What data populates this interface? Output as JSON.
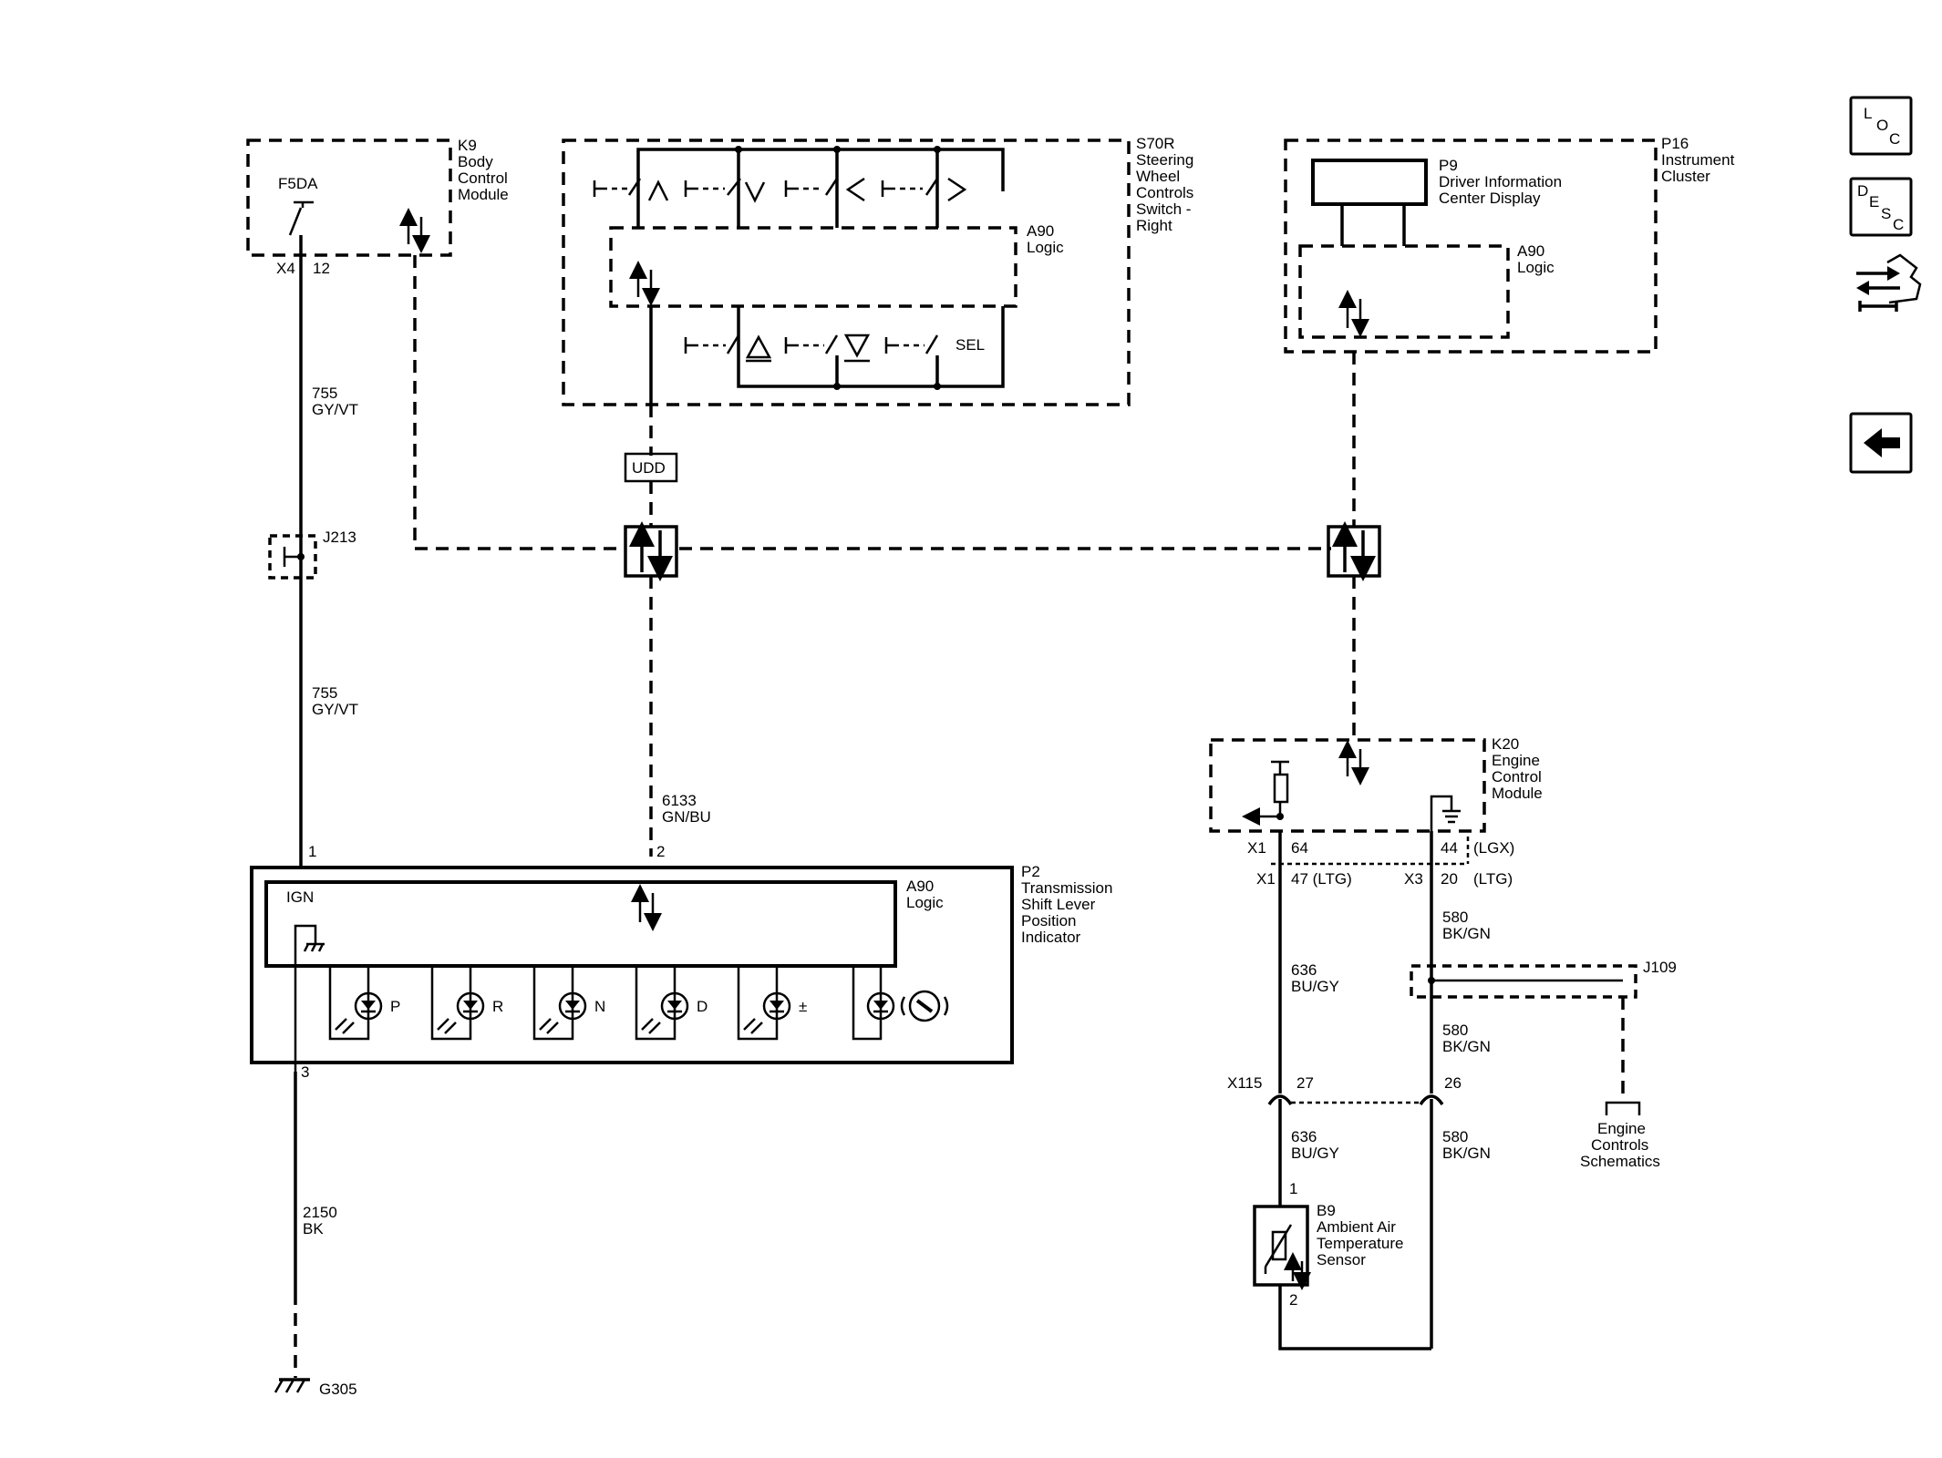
{
  "nav": {
    "loc": {
      "l1": "L",
      "l2": "O",
      "l3": "C"
    },
    "desc": {
      "l1": "D",
      "l2": "E",
      "l3": "S",
      "l4": "C"
    },
    "connector_icon": "connector-tool-icon",
    "back_icon": "left-arrow-icon"
  },
  "k9": {
    "id": "K9",
    "l1": "Body",
    "l2": "Control",
    "l3": "Module",
    "fuse": "F5DA",
    "conn": "X4",
    "pin": "12"
  },
  "s70r": {
    "id": "S70R",
    "l1": "Steering",
    "l2": "Wheel",
    "l3": "Controls",
    "l4": "Switch -",
    "l5": "Right",
    "logic_id": "A90",
    "logic": "Logic",
    "sel": "SEL"
  },
  "p16": {
    "id": "P16",
    "l1": "Instrument",
    "l2": "Cluster",
    "p9_id": "P9",
    "p9_l1": "Driver Information",
    "p9_l2": "Center Display",
    "logic_id": "A90",
    "logic": "Logic"
  },
  "udd": "UDD",
  "wire_755a": {
    "num": "755",
    "color": "GY/VT"
  },
  "wire_755b": {
    "num": "755",
    "color": "GY/VT"
  },
  "j213": "J213",
  "wire_6133": {
    "num": "6133",
    "color": "GN/BU"
  },
  "p2": {
    "id": "P2",
    "l1": "Transmission",
    "l2": "Shift Lever",
    "l3": "Position",
    "l4": "Indicator",
    "logic_id": "A90",
    "logic": "Logic",
    "ign": "IGN",
    "pin1": "1",
    "pin2": "2",
    "pin3": "3",
    "leds": [
      "P",
      "R",
      "N",
      "D",
      "±"
    ]
  },
  "wire_2150": {
    "num": "2150",
    "color": "BK"
  },
  "g305": "G305",
  "k20": {
    "id": "K20",
    "l1": "Engine",
    "l2": "Control",
    "l3": "Module",
    "x1a": "X1",
    "p64": "64",
    "p44": "44",
    "lgx": "(LGX)",
    "x1b": "X1",
    "p47": "47 (LTG)",
    "x3": "X3",
    "p20": "20",
    "ltg": "(LTG)"
  },
  "wire_636a": {
    "num": "636",
    "color": "BU/GY"
  },
  "wire_580a": {
    "num": "580",
    "color": "BK/GN"
  },
  "j109": "J109",
  "wire_580b": {
    "num": "580",
    "color": "BK/GN"
  },
  "ecs": {
    "l1": "Engine",
    "l2": "Controls",
    "l3": "Schematics"
  },
  "x115": {
    "id": "X115",
    "p27": "27",
    "p26": "26"
  },
  "wire_636b": {
    "num": "636",
    "color": "BU/GY"
  },
  "wire_580c": {
    "num": "580",
    "color": "BK/GN"
  },
  "b9": {
    "id": "B9",
    "l1": "Ambient Air",
    "l2": "Temperature",
    "l3": "Sensor",
    "pin1": "1",
    "pin2": "2"
  }
}
